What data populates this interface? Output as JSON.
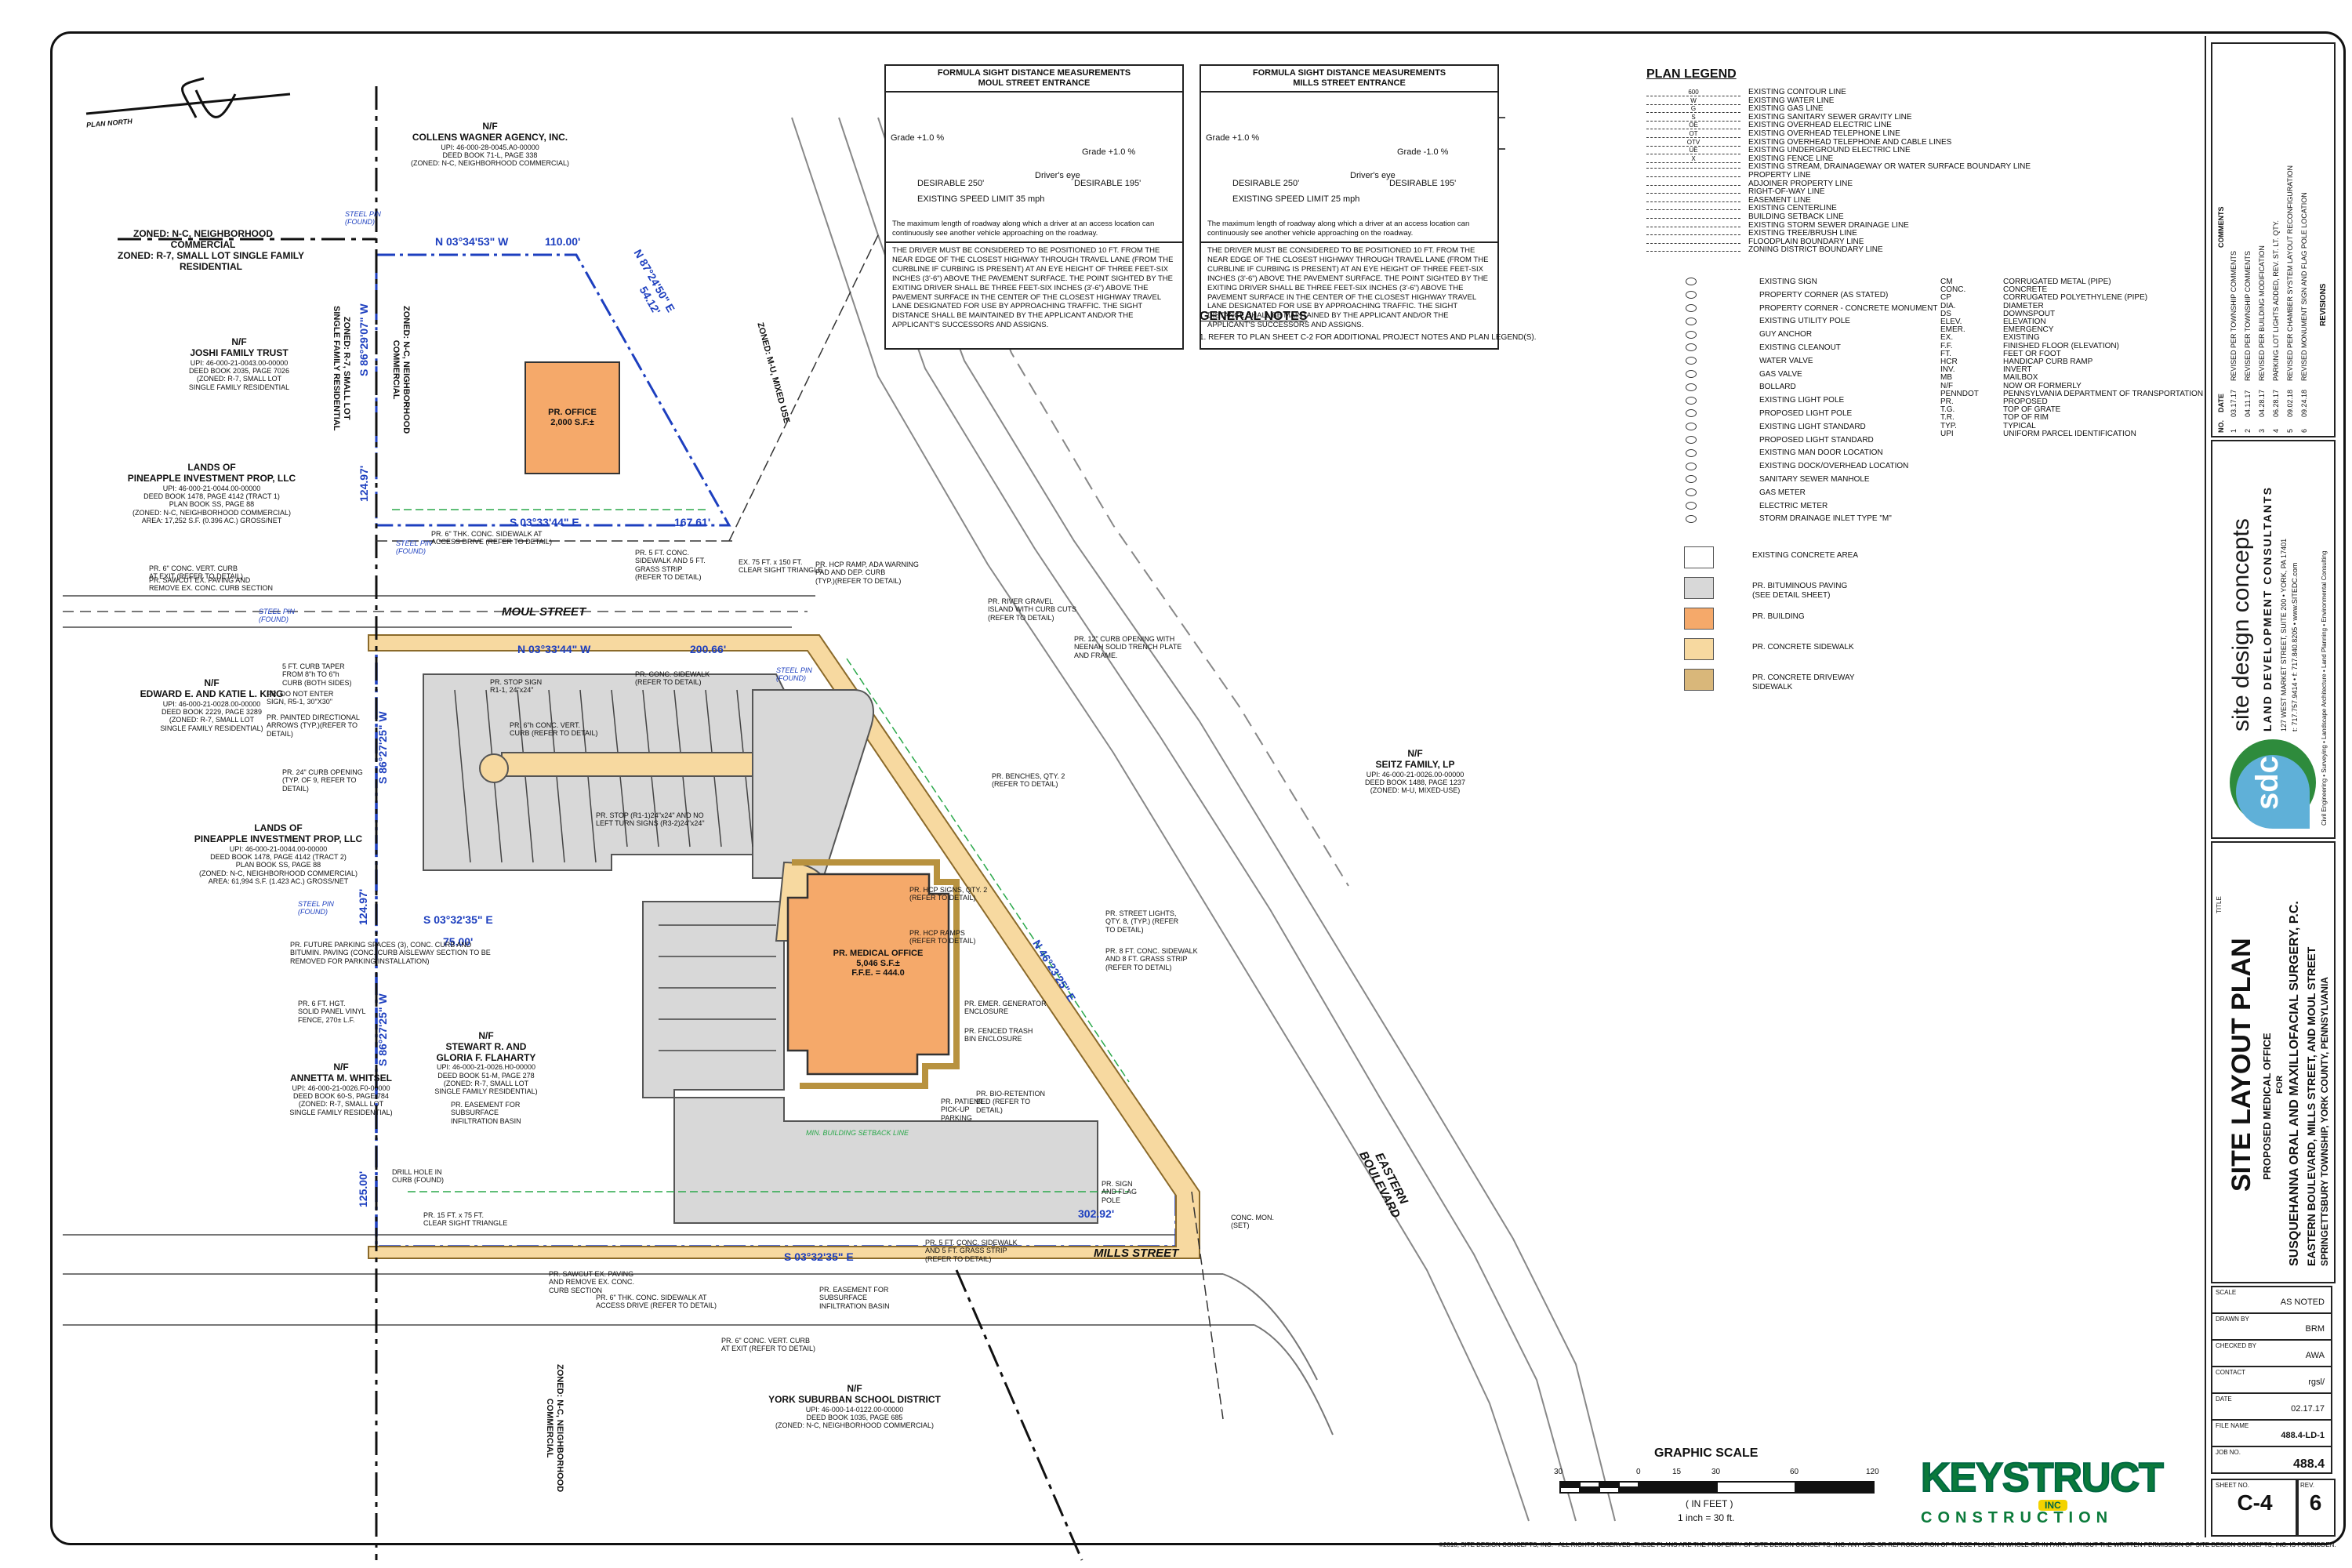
{
  "sight_boxes": [
    {
      "title": "FORMULA SIGHT DISTANCE MEASUREMENTS\nMOUL STREET ENTRANCE",
      "diagram_labels": [
        "Grade +1.0 %",
        "Grade +1.0 %",
        "Driver's eye",
        "DESIRABLE 250'",
        "DESIRABLE 195'",
        "EXISTING SPEED LIMIT 35 mph"
      ],
      "caption": "The maximum length of roadway along which a driver at an access location can continuously see another vehicle approaching on the roadway.",
      "note": "THE DRIVER MUST BE CONSIDERED TO BE POSITIONED 10 FT. FROM THE NEAR EDGE OF THE CLOSEST HIGHWAY THROUGH TRAVEL LANE (FROM THE CURBLINE IF CURBING IS PRESENT) AT AN EYE HEIGHT OF THREE FEET-SIX INCHES (3'-6\") ABOVE THE PAVEMENT SURFACE. THE POINT SIGHTED BY THE EXITING DRIVER SHALL BE THREE FEET-SIX INCHES (3'-6\") ABOVE THE PAVEMENT SURFACE IN THE CENTER OF THE CLOSEST HIGHWAY TRAVEL LANE DESIGNATED FOR USE BY APPROACHING TRAFFIC. THE SIGHT DISTANCE SHALL BE MAINTAINED BY THE APPLICANT AND/OR THE APPLICANT'S SUCCESSORS AND ASSIGNS."
    },
    {
      "title": "FORMULA SIGHT DISTANCE MEASUREMENTS\nMILLS STREET ENTRANCE",
      "diagram_labels": [
        "Grade +1.0 %",
        "Grade -1.0 %",
        "Driver's eye",
        "DESIRABLE 250'",
        "DESIRABLE 195'",
        "EXISTING SPEED LIMIT 25 mph"
      ],
      "caption": "The maximum length of roadway along which a driver at an access location can continuously see another vehicle approaching on the roadway.",
      "note": "THE DRIVER MUST BE CONSIDERED TO BE POSITIONED 10 FT. FROM THE NEAR EDGE OF THE CLOSEST HIGHWAY THROUGH TRAVEL LANE (FROM THE CURBLINE IF CURBING IS PRESENT) AT AN EYE HEIGHT OF THREE FEET-SIX INCHES (3'-6\") ABOVE THE PAVEMENT SURFACE. THE POINT SIGHTED BY THE EXITING DRIVER SHALL BE THREE FEET-SIX INCHES (3'-6\") ABOVE THE PAVEMENT SURFACE IN THE CENTER OF THE CLOSEST HIGHWAY TRAVEL LANE DESIGNATED FOR USE BY APPROACHING TRAFFIC. THE SIGHT DISTANCE SHALL BE MAINTAINED BY THE APPLICANT AND/OR THE APPLICANT'S SUCCESSORS AND ASSIGNS."
    }
  ],
  "general_notes": {
    "title": "GENERAL NOTES",
    "items": [
      "1.   REFER TO PLAN SHEET C-2 FOR ADDITIONAL PROJECT NOTES AND PLAN LEGEND(S)."
    ]
  },
  "legend": {
    "title": "PLAN LEGEND",
    "lines": [
      {
        "symbol": "600",
        "label": "EXISTING CONTOUR LINE"
      },
      {
        "symbol": "W",
        "label": "EXISTING WATER LINE"
      },
      {
        "symbol": "G",
        "label": "EXISTING GAS LINE"
      },
      {
        "symbol": "S",
        "label": "EXISTING SANITARY SEWER GRAVITY LINE"
      },
      {
        "symbol": "OE",
        "label": "EXISTING OVERHEAD ELECTRIC LINE"
      },
      {
        "symbol": "OT",
        "label": "EXISTING OVERHEAD TELEPHONE LINE"
      },
      {
        "symbol": "OTV",
        "label": "EXISTING OVERHEAD TELEPHONE AND CABLE LINES"
      },
      {
        "symbol": "UE",
        "label": "EXISTING UNDERGROUND ELECTRIC LINE"
      },
      {
        "symbol": "X",
        "label": "EXISTING FENCE LINE"
      },
      {
        "symbol": "",
        "label": "EXISTING STREAM, DRAINAGEWAY OR WATER SURFACE BOUNDARY LINE"
      },
      {
        "symbol": "",
        "label": "PROPERTY LINE"
      },
      {
        "symbol": "",
        "label": "ADJOINER PROPERTY LINE"
      },
      {
        "symbol": "",
        "label": "RIGHT-OF-WAY LINE"
      },
      {
        "symbol": "",
        "label": "EASEMENT LINE"
      },
      {
        "symbol": "",
        "label": "EXISTING CENTERLINE"
      },
      {
        "symbol": "",
        "label": "BUILDING SETBACK LINE"
      },
      {
        "symbol": "",
        "label": "EXISTING STORM SEWER DRAINAGE LINE"
      },
      {
        "symbol": "",
        "label": "EXISTING TREE/BRUSH LINE"
      },
      {
        "symbol": "",
        "label": "FLOODPLAIN BOUNDARY LINE"
      },
      {
        "symbol": "",
        "label": "ZONING DISTRICT BOUNDARY LINE"
      }
    ],
    "symbols": [
      "EXISTING SIGN",
      "PROPERTY CORNER (AS STATED)",
      "PROPERTY CORNER - CONCRETE MONUMENT",
      "EXISTING UTILITY POLE",
      "GUY ANCHOR",
      "EXISTING CLEANOUT",
      "WATER VALVE",
      "GAS VALVE",
      "BOLLARD",
      "EXISTING LIGHT POLE",
      "PROPOSED LIGHT POLE",
      "EXISTING LIGHT STANDARD",
      "PROPOSED LIGHT STANDARD",
      "EXISTING MAN DOOR LOCATION",
      "EXISTING DOCK/OVERHEAD LOCATION",
      "SANITARY SEWER MANHOLE",
      "GAS METER",
      "ELECTRIC METER",
      "STORM DRAINAGE INLET TYPE \"M\""
    ],
    "areas": [
      {
        "label": "EXISTING CONCRETE AREA",
        "fill": "#ffffff"
      },
      {
        "label": "PR. BITUMINOUS PAVING\n(SEE DETAIL SHEET)",
        "fill": "#d8d8d8"
      },
      {
        "label": "PR. BUILDING",
        "fill": "#f5a96a"
      },
      {
        "label": "PR. CONCRETE SIDEWALK",
        "fill": "#f7d9a0"
      },
      {
        "label": "PR. CONCRETE DRIVEWAY\nSIDEWALK",
        "fill": "#d9b77a"
      }
    ],
    "abbreviations": [
      [
        "CM",
        "CORRUGATED METAL (PIPE)"
      ],
      [
        "CONC.",
        "CONCRETE"
      ],
      [
        "CP",
        "CORRUGATED POLYETHYLENE (PIPE)"
      ],
      [
        "DIA.",
        "DIAMETER"
      ],
      [
        "DS",
        "DOWNSPOUT"
      ],
      [
        "ELEV.",
        "ELEVATION"
      ],
      [
        "EMER.",
        "EMERGENCY"
      ],
      [
        "EX.",
        "EXISTING"
      ],
      [
        "F.F.",
        "FINISHED FLOOR (ELEVATION)"
      ],
      [
        "FT.",
        "FEET OR FOOT"
      ],
      [
        "HCR",
        "HANDICAP CURB RAMP"
      ],
      [
        "INV.",
        "INVERT"
      ],
      [
        "MB",
        "MAILBOX"
      ],
      [
        "N/F",
        "NOW OR FORMERLY"
      ],
      [
        "PENNDOT",
        "PENNSYLVANIA DEPARTMENT OF TRANSPORTATION"
      ],
      [
        "PR.",
        "PROPOSED"
      ],
      [
        "T.G.",
        "TOP OF GRATE"
      ],
      [
        "T.R.",
        "TOP OF RIM"
      ],
      [
        "TYP.",
        "TYPICAL"
      ],
      [
        "UPI",
        "UNIFORM PARCEL IDENTIFICATION"
      ]
    ]
  },
  "plan": {
    "north_label": "PLAN NORTH",
    "streets": {
      "moul": "MOUL STREET",
      "mills": "MILLS STREET",
      "eastern": "EASTERN\nBOULEVARD"
    },
    "buildings": {
      "office": "PR. OFFICE\n2,000 S.F.±",
      "medical": "PR. MEDICAL OFFICE\n5,046 S.F.±\nF.F.E. = 444.0"
    },
    "bearings": [
      {
        "text": "N 03°34'53\" W",
        "sub": "110.00'"
      },
      {
        "text": "S 03°33'44\" E",
        "sub": "167.61'"
      },
      {
        "text": "N 03°33'44\" W",
        "sub": "200.66'"
      },
      {
        "text": "S 03°32'35\" E",
        "sub": "75.00'"
      },
      {
        "text": "S 03°32'35\" E",
        "sub": "302.92'"
      },
      {
        "text": "N 46°23'25\" E",
        "sub": ""
      },
      {
        "text": "N 87°24'50\" E",
        "sub": "54.12'"
      },
      {
        "text": "S 86°27'25\" W",
        "sub": "124.97'"
      },
      {
        "text": "S 86°29'07\" W",
        "sub": "124.97'"
      },
      {
        "text": "S 86°27'25\" W",
        "sub": "125.00'"
      }
    ],
    "zoning_labels": [
      {
        "text": "ZONED: N-C, NEIGHBORHOOD\nCOMMERCIAL"
      },
      {
        "text": "ZONED: R-7, SMALL LOT SINGLE FAMILY\nRESIDENTIAL"
      }
    ],
    "neighbors": [
      {
        "head": "N/F\nCOLLENS WAGNER AGENCY, INC.",
        "body": "UPI: 46-000-28-0045.A0-00000\nDEED BOOK 71-L, PAGE 338\n(ZONED: N-C, NEIGHBORHOOD COMMERCIAL)"
      },
      {
        "head": "N/F\nJOSHI FAMILY TRUST",
        "body": "UPI: 46-000-21-0043.00-00000\nDEED BOOK 2035, PAGE 7026\n(ZONED: R-7, SMALL LOT\nSINGLE FAMILY RESIDENTIAL"
      },
      {
        "head": "LANDS OF\nPINEAPPLE INVESTMENT PROP, LLC",
        "body": "UPI: 46-000-21-0044.00-00000\nDEED BOOK 1478, PAGE 4142 (TRACT 1)\nPLAN BOOK SS, PAGE 88\n(ZONED: N-C, NEIGHBORHOOD COMMERCIAL)\nAREA: 17,252 S.F. (0.396 AC.) GROSS/NET"
      },
      {
        "head": "N/F\nEDWARD E. AND KATIE L. KING",
        "body": "UPI: 46-000-21-0028.00-00000\nDEED BOOK 2229, PAGE 3289\n(ZONED: R-7, SMALL LOT\nSINGLE FAMILY RESIDENTIAL)"
      },
      {
        "head": "LANDS OF\nPINEAPPLE INVESTMENT PROP, LLC",
        "body": "UPI: 46-000-21-0044.00-00000\nDEED BOOK 1478, PAGE 4142 (TRACT 2)\nPLAN BOOK SS, PAGE 88\n(ZONED: N-C, NEIGHBORHOOD COMMERCIAL)\nAREA: 61,994 S.F. (1.423 AC.) GROSS/NET"
      },
      {
        "head": "N/F\nSTEWART R. AND\nGLORIA F. FLAHARTY",
        "body": "UPI: 46-000-21-0026.H0-00000\nDEED BOOK 51-M, PAGE 278\n(ZONED: R-7, SMALL LOT\nSINGLE FAMILY RESIDENTIAL)"
      },
      {
        "head": "N/F\nANNETTA M. WHITSEL",
        "body": "UPI: 46-000-21-0026.F0-00000\nDEED BOOK 60-S, PAGE 784\n(ZONED: R-7, SMALL LOT\nSINGLE FAMILY RESIDENTIAL)"
      },
      {
        "head": "N/F\nSEITZ FAMILY, LP",
        "body": "UPI: 46-000-21-0026.00-00000\nDEED BOOK 1488, PAGE 1237\n(ZONED: M-U, MIXED-USE)"
      },
      {
        "head": "N/F\nYORK SUBURBAN SCHOOL DISTRICT",
        "body": "UPI: 46-000-14-0122.00-00000\nDEED BOOK 1035, PAGE 685\n(ZONED: N-C, NEIGHBORHOOD COMMERCIAL)"
      }
    ],
    "callouts": [
      "PR. 6\" CONC. VERT. CURB\nAT EXIT (REFER TO DETAIL)",
      "PR. SAWCUT EX. PAVING AND\nREMOVE EX. CONC. CURB SECTION",
      "PR. 6\" THK. CONC. SIDEWALK AT\nACCESS DRIVE (REFER TO DETAIL)",
      "PR. HCP RAMP, ADA WARNING\nPAD AND DEP. CURB\n(TYP.)(REFER TO DETAIL)",
      "PR. 5 FT. CONC.\nSIDEWALK AND 5 FT.\nGRASS STRIP\n(REFER TO DETAIL)",
      "EX. 75 FT. x 150 FT.\nCLEAR SIGHT TRIANGLE",
      "PR. RIVER GRAVEL\nISLAND WITH CURB CUTS\n(REFER TO DETAIL)",
      "PR. 12\" CURB OPENING WITH\nNEENAH SOLID TRENCH PLATE\nAND FRAME.",
      "PR. BENCHES, QTY. 2\n(REFER TO DETAIL)",
      "PR. STREET LIGHTS,\nQTY. 8, (TYP.) (REFER\nTO DETAIL)",
      "PR. 8 FT. CONC. SIDEWALK\nAND 8 FT. GRASS STRIP\n(REFER TO DETAIL)",
      "PR. HCP SIGNS, QTY. 2\n(REFER TO DETAIL)",
      "PR. HCP RAMPS\n(REFER TO DETAIL)",
      "PR. EMER. GENERATOR\nENCLOSURE",
      "PR. FENCED TRASH\nBIN ENCLOSURE",
      "PR. BIO-RETENTION\nBED (REFER TO\nDETAIL)",
      "PR. PATIENT\nPICK-UP\nPARKING",
      "PR. SIGN\nAND FLAG\nPOLE",
      "CONC. MON.\n(SET)",
      "PR. 5 FT. CONC. SIDEWALK\nAND 5 FT. GRASS STRIP\n(REFER TO DETAIL)",
      "PR. EASEMENT FOR\nSUBSURFACE\nINFILTRATION BASIN",
      "PR. 6\" THK. CONC. SIDEWALK AT\nACCESS DRIVE (REFER TO DETAIL)",
      "PR. 6\" CONC. VERT. CURB\nAT EXIT (REFER TO DETAIL)",
      "PR. SAWCUT EX. PAVING\nAND REMOVE EX. CONC.\nCURB SECTION",
      "PR. 15 FT. x 75 FT.\nCLEAR SIGHT TRIANGLE",
      "DRILL HOLE IN\nCURB (FOUND)",
      "PR. EASEMENT FOR\nSUBSURFACE\nINFILTRATION BASIN",
      "PR. 6 FT. HGT.\nSOLID PANEL VINYL\nFENCE, 270± L.F.",
      "PR. FUTURE PARKING SPACES (3), CONC. CURB AND\nBITUMIN. PAVING (CONC. CURB AISLEWAY SECTION TO BE\nREMOVED FOR PARKING INSTALLATION)",
      "PR. 24\" CURB OPENING\n(TYP. OF 9, REFER TO\nDETAIL)",
      "PR. PAINTED DIRECTIONAL\nARROWS (TYP.)(REFER TO\nDETAIL)",
      "PR. DO NOT ENTER\nSIGN, R5-1, 30\"X30\"",
      "5 FT. CURB TAPER\nFROM 8\"h TO 6\"h\nCURB (BOTH SIDES)",
      "PR. STOP SIGN\nR1-1, 24\"x24\"",
      "PR. STOP (R1-1)24\"x24\" AND NO\nLEFT TURN SIGNS (R3-2)24\"x24\"",
      "PR. CONC. SIDEWALK\n(REFER TO DETAIL)",
      "PR. 6\"h CONC. VERT.\nCURB (REFER TO DETAIL)"
    ],
    "steel_pin": "STEEL PIN\n(FOUND)",
    "setback": "MIN. BUILDING SETBACK LINE",
    "vertical_zoning": [
      "ZONED: N-C, NEIGHBORHOOD\nCOMMERCIAL",
      "ZONED: R-7, SMALL LOT\nSINGLE FAMILY RESIDENTIAL",
      "ZONED: M-U, MIXED USE",
      "ZONED: N-C, NEIGHBORHOOD\nCOMMERCIAL"
    ]
  },
  "scale": {
    "title": "GRAPHIC SCALE",
    "ticks": [
      "30",
      "0",
      "15",
      "30",
      "60",
      "120"
    ],
    "unit": "( IN FEET )",
    "ratio": "1 inch = 30 ft."
  },
  "logo": {
    "name": "KEYSTRUCT",
    "inc": "INC",
    "sub": "CONSTRUCTION"
  },
  "title_block": {
    "revisions_label": "REVISIONS",
    "rev_headers": [
      "NO.",
      "DATE",
      "COMMENTS"
    ],
    "revisions": [
      [
        "1",
        "03.17.17",
        "REVISED PER TOWNSHIP COMMENTS"
      ],
      [
        "2",
        "04.11.17",
        "REVISED PER TOWNSHIP COMMENTS"
      ],
      [
        "3",
        "04.28.17",
        "REVISED PER BUILDING MODIFICATION"
      ],
      [
        "4",
        "06.28.17",
        "PARKING LOT LIGHTS ADDED, REV. ST. LT. QTY."
      ],
      [
        "5",
        "09.02.18",
        "REVISED PER CHAMBER SYSTEM LAYOUT RECONFIGURATION"
      ],
      [
        "6",
        "09.24.18",
        "REVISED MONUMENT SIGN AND FLAG POLE LOCATION"
      ]
    ],
    "firm": "site design concepts",
    "firm_sub": "LAND DEVELOPMENT CONSULTANTS",
    "firm_address": "127 WEST MARKET STREET, SUITE 200 • YORK, PA 17401",
    "firm_phone": "t: 717.757.9414 • f: 717.840.8205 • www.SITEDC.com",
    "firm_services": "Civil Engineering • Surveying • Landscape Architecture • Land Planning • Environmental Consulting",
    "logo_letters": "sdc",
    "title_label": "TITLE",
    "sheet_title": "SITE LAYOUT PLAN",
    "project_lines": [
      "PROPOSED MEDICAL OFFICE",
      "FOR",
      "SUSQUEHANNA ORAL AND MAXILLOFACIAL SURGERY, P.C.",
      "EASTERN BOULEVARD, MILLS STREET, AND MOUL STREET",
      "SPRINGETTSBURY TOWNSHIP, YORK COUNTY, PENNSYLVANIA"
    ],
    "fields": [
      {
        "label": "SCALE",
        "value": "AS NOTED"
      },
      {
        "label": "DRAWN BY",
        "value": "BRM"
      },
      {
        "label": "CHECKED BY",
        "value": "AWA"
      },
      {
        "label": "CONTACT",
        "value": "rgsl/"
      },
      {
        "label": "DATE",
        "value": "02.17.17"
      },
      {
        "label": "FILE NAME",
        "value": "488.4-LD-1"
      },
      {
        "label": "JOB NO.",
        "value": "488.4"
      }
    ],
    "sheet_no_label": "SHEET NO.",
    "sheet_no": "C-4",
    "rev_label": "REV.",
    "rev": "6"
  },
  "copyright": "©2018, SITE DESIGN CONCEPTS, INC. - ALL RIGHTS RESERVED. THESE PLANS ARE THE PROPERTY OF SITE DESIGN CONCEPTS, INC. ANY USE OR REPRODUCTION OF THESE PLANS, IN WHOLE OR IN PART, WITHOUT THE WRITTEN PERMISSION OF SITE DESIGN CONCEPTS, INC. IS FORBIDDEN."
}
